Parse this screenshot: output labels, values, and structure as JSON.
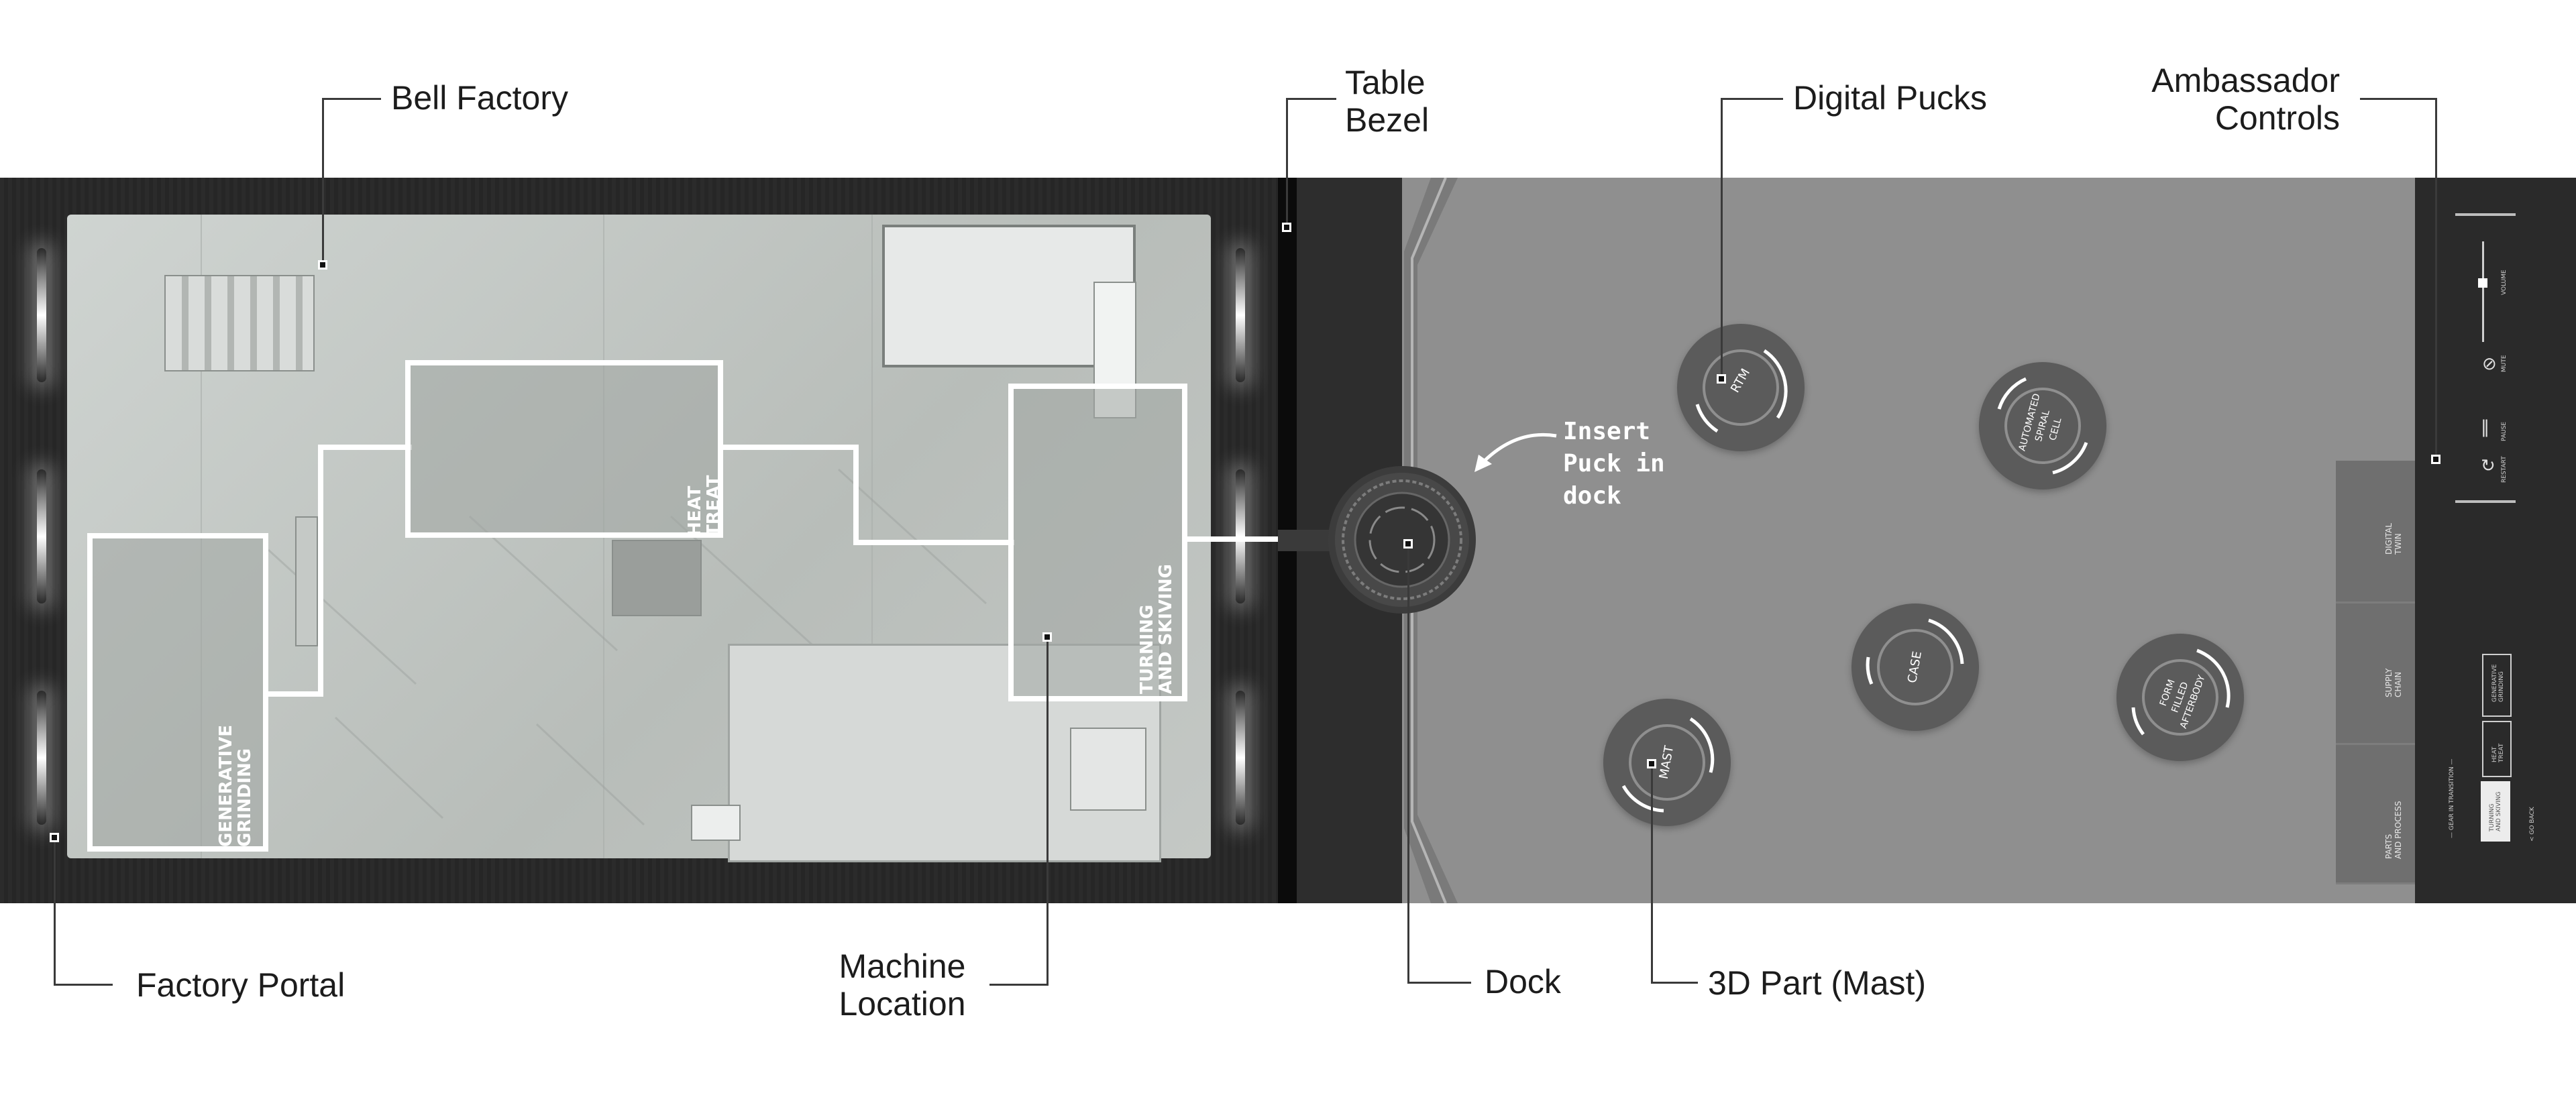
{
  "callouts": {
    "bell_factory": "Bell Factory",
    "table_bezel": "Table\nBezel",
    "digital_pucks": "Digital Pucks",
    "ambassador_controls": "Ambassador\nControls",
    "factory_portal": "Factory Portal",
    "machine_location": "Machine\nLocation",
    "dock": "Dock",
    "part_3d": "3D Part (Mast)"
  },
  "zones": {
    "heat_treat": "HEAT\nTREAT",
    "turning_skiving": "TURNING\nAND SKIVING",
    "generative_grinding": "GENERATIVE\nGRINDING"
  },
  "insert_note": "Insert\nPuck in\ndock",
  "pucks": {
    "rtm": "RTM",
    "automated_spiral_cell": "AUTOMATED\nSPIRAL\nCELL",
    "case": "CASE",
    "form_filled_afterbody": "FORM\nFILLED\nAFTERBODY",
    "mast": "MAST"
  },
  "tabs": {
    "digital_twin": "DIGITAL\nTWIN",
    "supply_chain": "SUPPLY\nCHAIN",
    "parts_process": "PARTS\nAND PROCESS"
  },
  "controls": {
    "volume": "VOLUME",
    "mute": "MUTE",
    "pause": "PAUSE",
    "restart": "RESTART",
    "nav_generative": "GENERATIVE\nGRINDING",
    "nav_heat": "HEAT\nTREAT",
    "nav_turning": "TURNING\nAND SKIVING",
    "breadcrumb": "— GEAR IN TRANSITION —",
    "back": "< GO BACK"
  },
  "colors": {
    "frame": "#2a2a2a",
    "screen": "#8f8f8f",
    "zone_outline": "#ffffff",
    "puck": "#5b5b5b"
  }
}
